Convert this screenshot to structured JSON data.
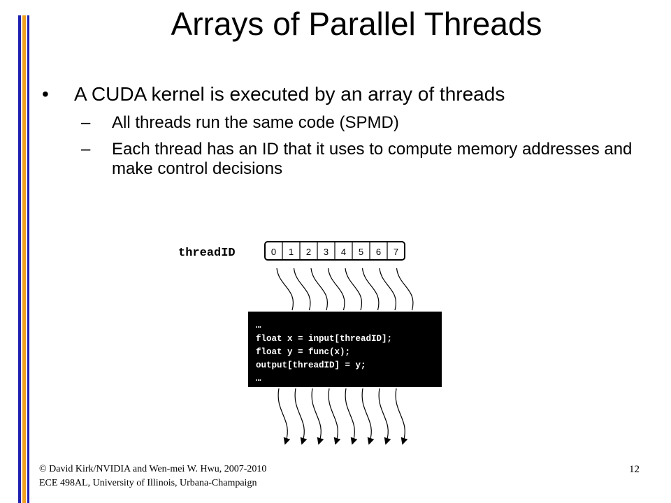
{
  "title": "Arrays of Parallel Threads",
  "bullet": "A CUDA kernel is executed by an array of threads",
  "sub_bullets": [
    "All threads run the same code (SPMD)",
    "Each thread has an ID that it uses to compute memory addresses and make control decisions"
  ],
  "bullet_marker": "•",
  "dash_marker": "–",
  "diagram": {
    "array_label": "threadID",
    "thread_ids": [
      "0",
      "1",
      "2",
      "3",
      "4",
      "5",
      "6",
      "7"
    ],
    "code_lines": [
      "…",
      "float x = input[threadID];",
      "float y = func(x);",
      "output[threadID] = y;",
      "…"
    ]
  },
  "footer": {
    "line1": "© David Kirk/NVIDIA and Wen-mei W. Hwu, 2007-2010",
    "line2": "ECE 498AL, University of Illinois, Urbana-Champaign"
  },
  "page_number": "12",
  "colors": {
    "blue_bar": "#1f1fb0",
    "orange_bar": "#f0a020",
    "code_bg": "#000000",
    "code_text": "#ffffff"
  }
}
